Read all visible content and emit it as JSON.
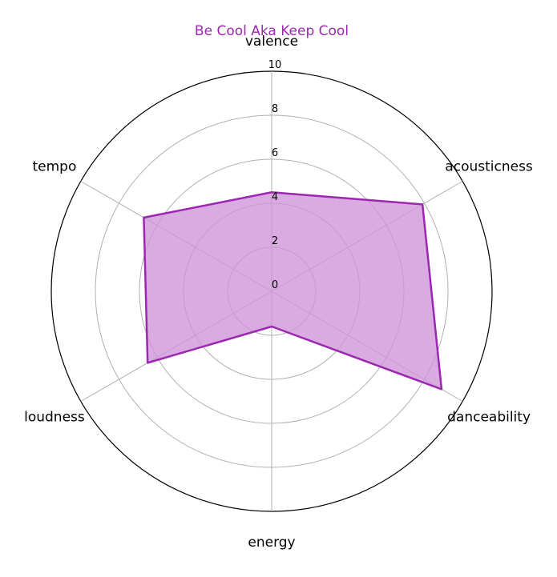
{
  "chart_data": {
    "type": "radar",
    "title": "Be Cool Aka Keep Cool",
    "axes": [
      "valence",
      "acousticness",
      "danceability",
      "energy",
      "loudness",
      "tempo"
    ],
    "series": [
      {
        "values": [
          4.5,
          7.9,
          8.9,
          1.6,
          6.5,
          6.7
        ]
      }
    ],
    "rlim": [
      0,
      10
    ],
    "rticks": [
      0,
      2,
      4,
      6,
      8,
      10
    ],
    "rtick_labels": [
      "0",
      "2",
      "4",
      "6",
      "8",
      "10"
    ],
    "grid": true,
    "colors": {
      "series_line": "#9c27b0",
      "series_fill": "#ce93d8",
      "title": "#9c27b0"
    }
  }
}
